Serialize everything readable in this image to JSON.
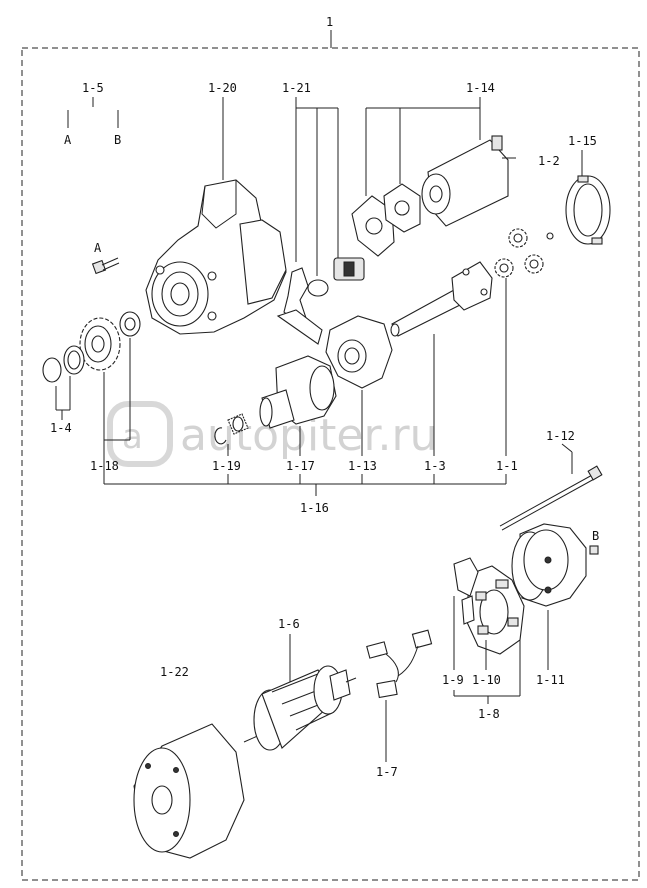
{
  "labels": {
    "assembly": "1",
    "l_1_5": "1-5",
    "l_A_top": "A",
    "l_B_top": "B",
    "l_1_20": "1-20",
    "l_1_21": "1-21",
    "l_1_14": "1-14",
    "l_1_15": "1-15",
    "l_1_2": "1-2",
    "l_A_bolt": "A",
    "l_1_4": "1-4",
    "l_1_18": "1-18",
    "l_1_19": "1-19",
    "l_1_17": "1-17",
    "l_1_13": "1-13",
    "l_1_3": "1-3",
    "l_1_1": "1-1",
    "l_1_12": "1-12",
    "l_1_16": "1-16",
    "l_B_bolt": "B",
    "l_1_6": "1-6",
    "l_1_22": "1-22",
    "l_1_9": "1-9",
    "l_1_10": "1-10",
    "l_1_11": "1-11",
    "l_1_8": "1-8",
    "l_1_7": "1-7"
  },
  "watermark": "autopiter.ru",
  "colors": {
    "line": "#222222",
    "watermark": "#cfcfcf",
    "background": "#ffffff"
  }
}
